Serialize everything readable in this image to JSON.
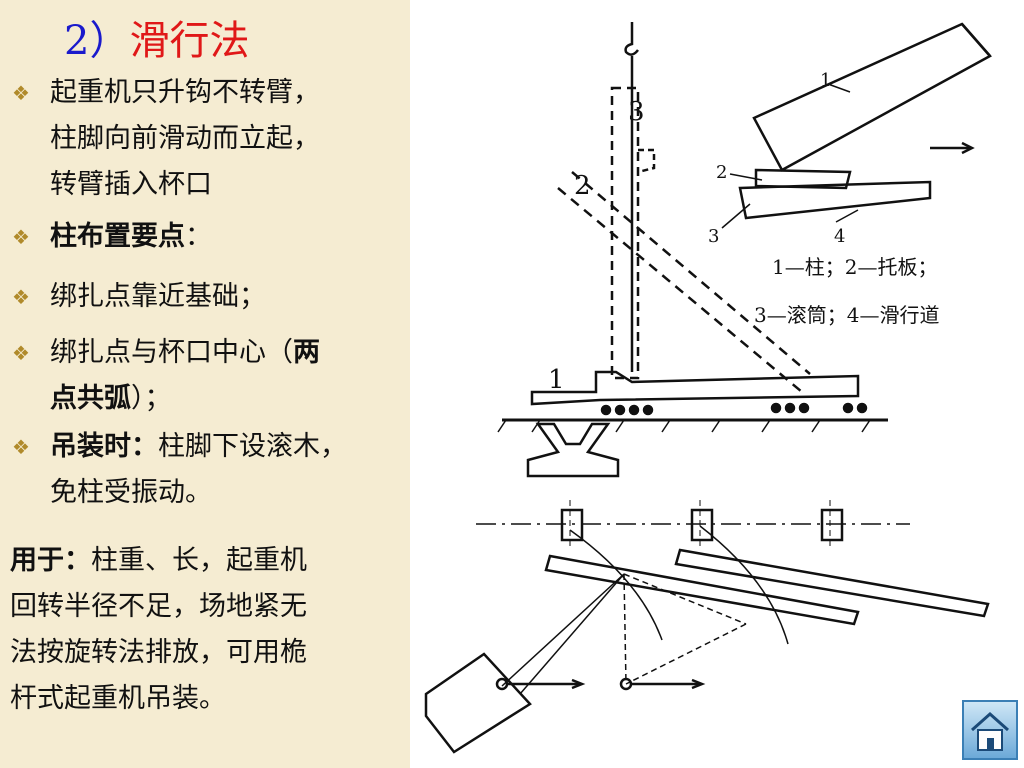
{
  "title": {
    "number": "2）",
    "text": "滑行法"
  },
  "bullets": [
    {
      "lines": [
        "起重机只升钩不转臂，",
        "柱脚向前滑动而立起，",
        "转臂插入杯口"
      ]
    },
    {
      "bold": "柱布置要点",
      "rest": "："
    },
    {
      "text": "绑扎点靠近基础；"
    },
    {
      "line1": "绑扎点与杯口中心（",
      "line1_bold": "两",
      "line2_bold": "点共弧",
      "line2": "）；"
    },
    {
      "bold": "吊装时：",
      "rest": "柱脚下设滚木，",
      "line2": "免柱受振动。"
    }
  ],
  "usage": {
    "bold": "用于：",
    "lines": [
      "柱重、长，起重机",
      "回转半径不足，场地紧无",
      "法按旋转法排放，可用桅",
      "杆式起重机吊装。"
    ]
  },
  "diagram": {
    "legend_line1": "1—柱；2—托板；",
    "legend_line2": "3—滚筒；4—滑行道",
    "labels": {
      "n1": "1",
      "n2": "2",
      "n3": "3",
      "n4": "4",
      "big1": "1",
      "big2": "2",
      "big3": "3"
    }
  }
}
